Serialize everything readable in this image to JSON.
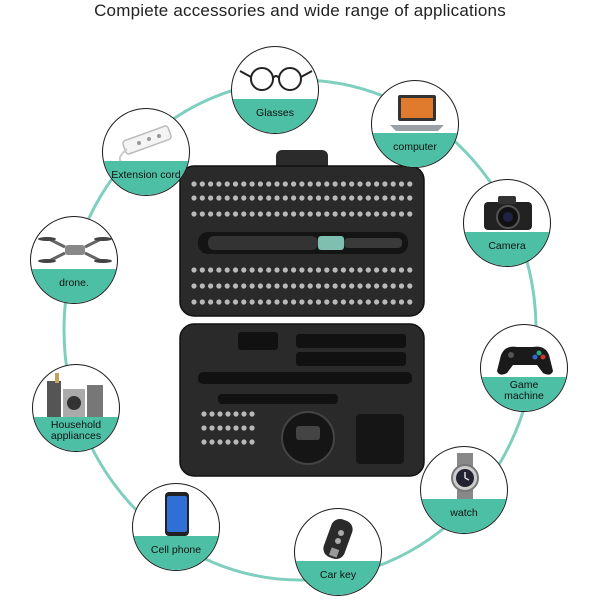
{
  "header": {
    "title": "Compiete accessories and wide range of applications"
  },
  "applications": [
    {
      "label": "Glasses",
      "icon": "glasses-icon"
    },
    {
      "label": "computer",
      "icon": "laptop-icon"
    },
    {
      "label": "Camera",
      "icon": "camera-icon"
    },
    {
      "label": "Game machine",
      "icon": "gamepad-icon"
    },
    {
      "label": "watch",
      "icon": "watch-icon"
    },
    {
      "label": "Car key",
      "icon": "car-key-icon"
    },
    {
      "label": "Cell phone",
      "icon": "phone-icon"
    },
    {
      "label": "Household appliances",
      "icon": "appliances-icon"
    },
    {
      "label": "drone.",
      "icon": "drone-icon"
    },
    {
      "label": "Extension cord",
      "icon": "extension-cord-icon"
    }
  ],
  "colors": {
    "ring": "#7fcfbf",
    "caption": "#4dbfa5",
    "case": "#2a2a2a",
    "bit": "#b9b9b9"
  },
  "product": {
    "name": "screwdriver-bit-set-case"
  }
}
